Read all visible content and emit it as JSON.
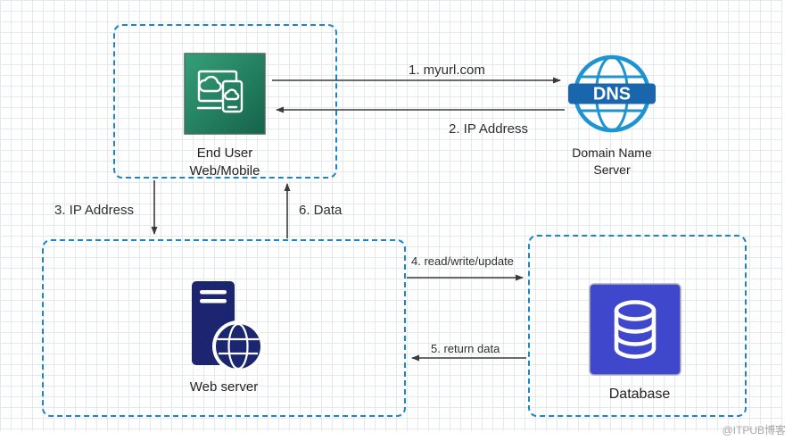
{
  "nodes": {
    "end_user": {
      "label_line1": "End User",
      "label_line2": "Web/Mobile"
    },
    "dns": {
      "badge": "DNS",
      "label_line1": "Domain Name",
      "label_line2": "Server"
    },
    "web_server": {
      "label": "Web server"
    },
    "database": {
      "label": "Database"
    }
  },
  "edges": {
    "step1": {
      "label": "1. myurl.com"
    },
    "step2": {
      "label": "2. IP Address"
    },
    "step3": {
      "label": "3. IP Address"
    },
    "step4": {
      "label": "4. read/write/update"
    },
    "step5": {
      "label": "5. return data"
    },
    "step6": {
      "label": "6. Data"
    }
  },
  "watermark": "@ITPUB博客",
  "colors": {
    "dashed_box_border": "#1886c9",
    "arrow": "#3a3a3a",
    "end_user_gradient_start": "#35a179",
    "end_user_gradient_end": "#15624a",
    "dns_globe": "#1d93d2",
    "dns_band": "#1a66ad",
    "web_server": "#1b2570",
    "database": "#3f48cc",
    "grid_line": "#e6e9ec"
  }
}
